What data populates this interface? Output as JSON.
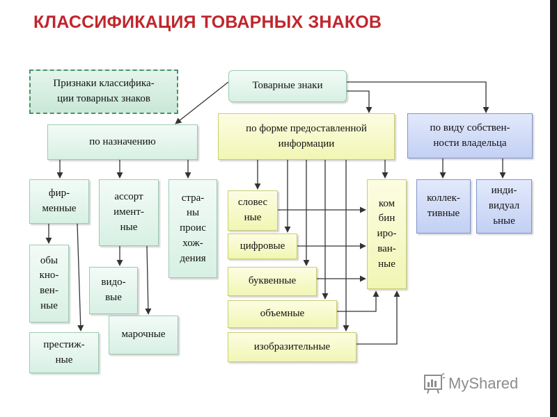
{
  "slide": {
    "title": "КЛАССИФИКАЦИЯ ТОВАРНЫХ ЗНАКОВ"
  },
  "diagram": {
    "legend_label": "Признаки классифика-\nции товарных знаков",
    "root": "Товарные знаки",
    "categories": {
      "purpose": "по назначению",
      "form": "по форме предоставленной\nинформации",
      "ownership": "по виду собствен-\nности владельца"
    },
    "purpose_items": {
      "corporate": "фир-\nменные",
      "assortment": "ассорт\nимент-\nные",
      "origin": "стра-\nны\nпроис\nхож-\nдения",
      "ordinary": "обы\nкно-\nвен-\nные",
      "prestige": "престиж-\nные",
      "species": "видо-\nвые",
      "brand": "марочные"
    },
    "form_items": {
      "verbal": "словес\nные",
      "digital": "цифровые",
      "letter": "буквенные",
      "volume": "объемные",
      "pictorial": "изобразительные",
      "combined": "ком\nбин\nиро-\nван-\nные"
    },
    "ownership_items": {
      "collective": "коллек-\nтивные",
      "individual": "инди-\nвидуал\nьные"
    }
  },
  "watermark": {
    "text": "MyShared",
    "icon": "myshared-logo-icon"
  },
  "colors": {
    "title": "#c0262d",
    "box_green": "#d7f0e4",
    "box_yellow": "#f1f6b4",
    "box_blue": "#c3d0f4",
    "connector": "#333333"
  }
}
